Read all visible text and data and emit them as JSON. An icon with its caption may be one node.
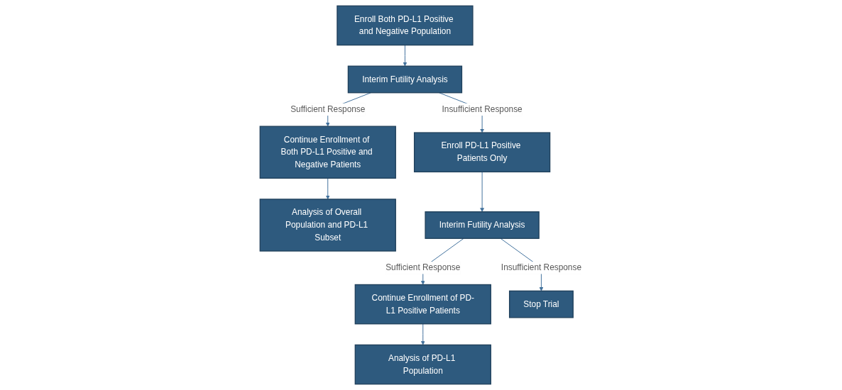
{
  "diagram": {
    "nodes": [
      {
        "text": [
          "Enroll Both PD-L1 Positive and Negative Population"
        ]
      },
      {
        "text": [
          "Interim Futility Analysis"
        ]
      },
      {
        "text": [
          "Continue Enrollment of Both PD-L1 Positive and Negative Patients"
        ]
      },
      {
        "text": [
          "Analysis of Overall Population and PD-L1 Subset"
        ]
      },
      {
        "text": [
          "Enroll PD-L1 Positive Patients Only"
        ]
      },
      {
        "text": [
          "Interim Futility Analysis"
        ]
      },
      {
        "text": [
          "Continue Enrollment of PD-L1 Positive Patients"
        ]
      },
      {
        "text": [
          "Analysis of PD-L1 Population"
        ]
      },
      {
        "text": [
          "Stop Trial"
        ]
      }
    ],
    "edges": [
      {
        "from": 0,
        "to": 1,
        "arrow": "to"
      },
      {
        "from": 1,
        "to": 2,
        "arrow": "to",
        "label": "Sufficient Response"
      },
      {
        "from": 1,
        "to": 4,
        "arrow": "to",
        "label": "Insufficient Response"
      },
      {
        "from": 2,
        "to": 3,
        "arrow": "to"
      },
      {
        "from": 4,
        "to": 5,
        "arrow": "to"
      },
      {
        "from": 5,
        "to": 6,
        "arrow": "to",
        "label": "Sufficient Response"
      },
      {
        "from": 5,
        "to": 8,
        "arrow": "to",
        "label": "Insufficient Response"
      },
      {
        "from": 6,
        "to": 7,
        "arrow": "to"
      }
    ]
  }
}
